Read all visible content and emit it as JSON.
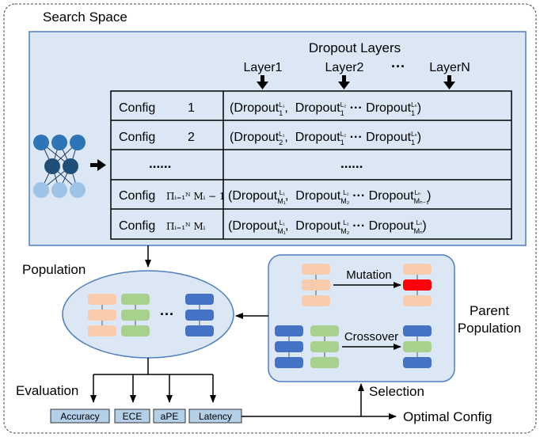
{
  "search_space": {
    "title": "Search Space",
    "dropout_layers_label": "Dropout Layers",
    "layers": [
      "Layer1",
      "Layer2",
      "LayerN"
    ],
    "ellipsis": "···",
    "table": {
      "rows": [
        {
          "config_label": "Config",
          "config_index": "1",
          "terms": [
            [
              "Dropout",
              "1",
              "L₁"
            ],
            [
              "Dropout",
              "1",
              "L₂"
            ],
            [
              "Dropout",
              "1",
              "Lₙ"
            ]
          ]
        },
        {
          "config_label": "Config",
          "config_index": "2",
          "terms": [
            [
              "Dropout",
              "2",
              "L₁"
            ],
            [
              "Dropout",
              "1",
              "L₂"
            ],
            [
              "Dropout",
              "1",
              "Lₙ"
            ]
          ]
        },
        {
          "config_label": "......",
          "values_label": "......"
        },
        {
          "config_label": "Config",
          "config_index": "Πᵢ₌₁ᴺ Mᵢ − 1",
          "terms": [
            [
              "Dropout",
              "M₁",
              "L₁"
            ],
            [
              "Dropout",
              "M₂",
              "L₂"
            ],
            [
              "Dropout",
              "Mₙ₋₁",
              "Lₙ"
            ]
          ]
        },
        {
          "config_label": "Config",
          "config_index": "Πᵢ₌₁ᴺ Mᵢ",
          "terms": [
            [
              "Dropout",
              "M₁",
              "L₁"
            ],
            [
              "Dropout",
              "M₂",
              "L₂"
            ],
            [
              "Dropout",
              "Mₙ",
              "Lₙ"
            ]
          ]
        }
      ]
    }
  },
  "population": {
    "label": "Population",
    "ellipsis": "···"
  },
  "parent_population": {
    "label_line1": "Parent",
    "label_line2": "Population",
    "mutation_label": "Mutation",
    "crossover_label": "Crossover"
  },
  "evaluation": {
    "label": "Evaluation",
    "metrics": [
      "Accuracy",
      "ECE",
      "aPE",
      "Latency"
    ]
  },
  "selection_label": "Selection",
  "optimal_config_label": "Optimal Config",
  "colors": {
    "panel_fill": "#dbe7f5",
    "panel_stroke": "#4f7fbf",
    "node_dark": "#1f4e79",
    "node_mid": "#2e75b6",
    "node_light": "#9dc3e6",
    "peach": "#f8cbad",
    "green": "#a9d18e",
    "blue": "#4472c4",
    "red": "#ff0000",
    "metric_fill": "#b4cfe8"
  }
}
